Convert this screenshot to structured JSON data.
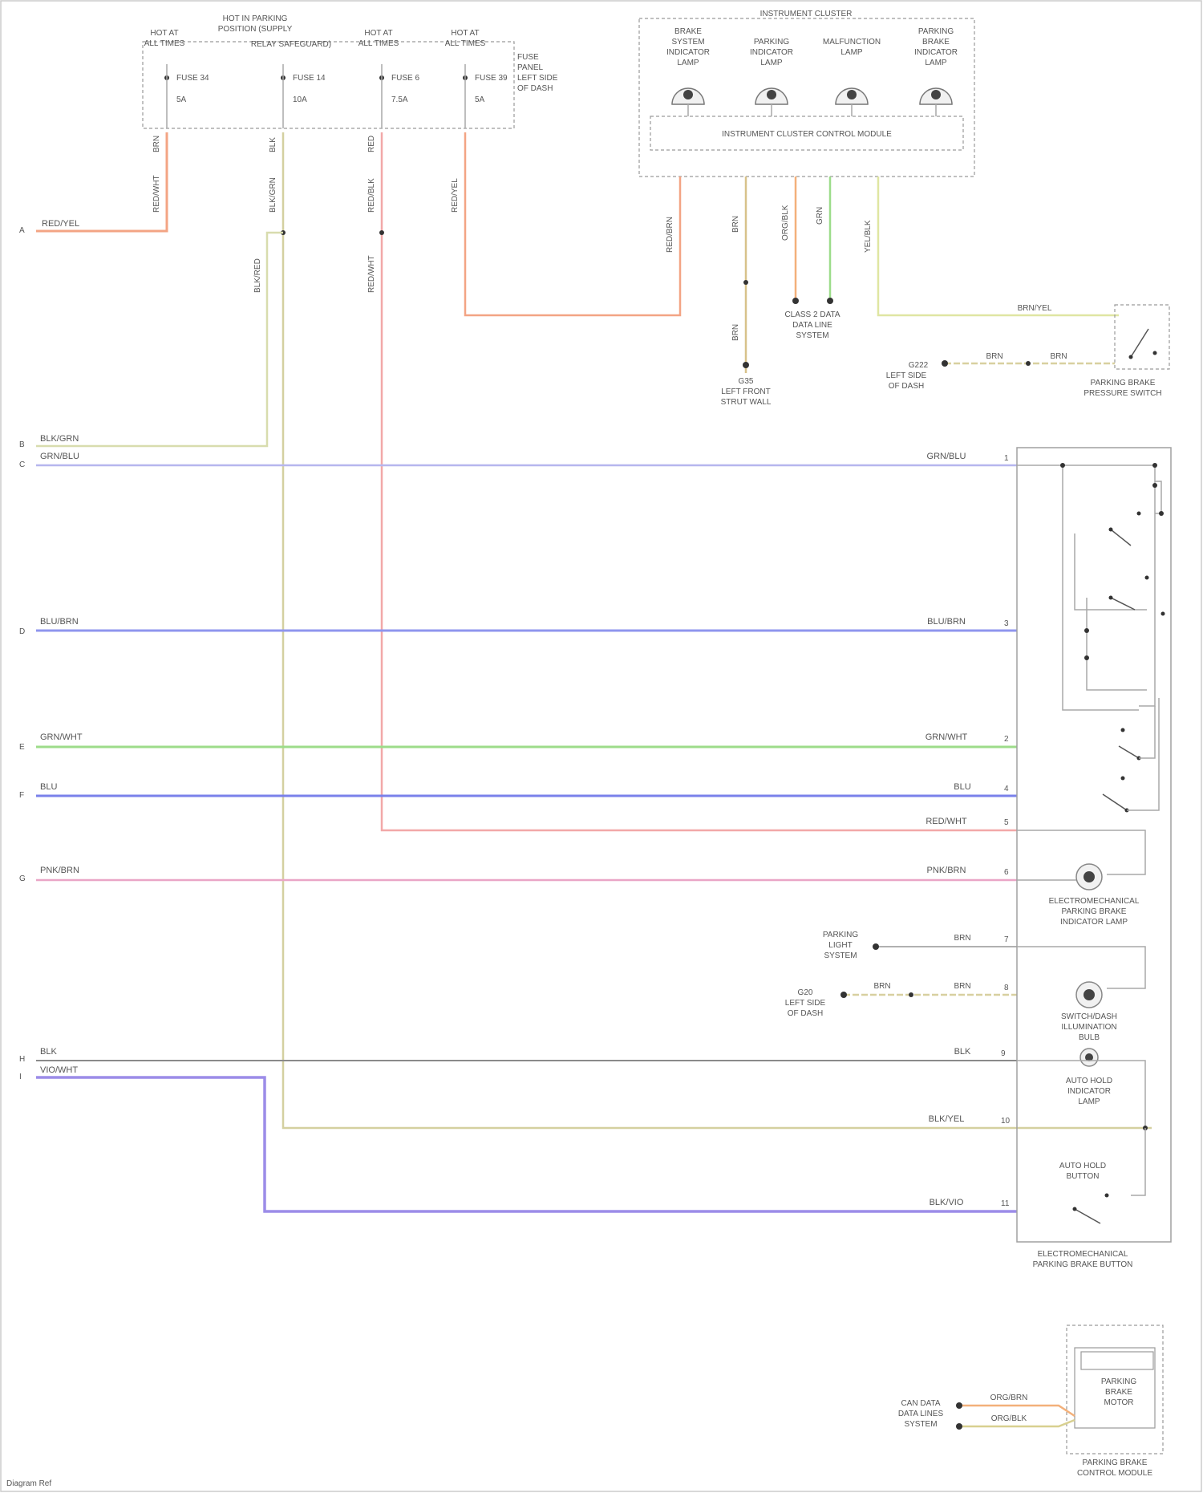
{
  "fuse_box": {
    "title_line1": "HOT IN PARKING",
    "title_line2": "POSITION (SUPPLY",
    "title_line3": "RELAY SAFEGUARD)",
    "right_label_line1": "FUSE",
    "right_label_line2": "PANEL",
    "right_label_line3": "LEFT SIDE",
    "right_label_line4": "OF DASH",
    "columns": [
      {
        "header_line1": "HOT AT",
        "header_line2": "ALL TIMES",
        "fuse": "FUSE 34",
        "amps": "5A"
      },
      {
        "header_line1": "",
        "header_line2": "",
        "fuse": "FUSE 14",
        "amps": "10A"
      },
      {
        "header_line1": "HOT AT",
        "header_line2": "ALL TIMES",
        "fuse": "FUSE 6",
        "amps": "7.5A"
      },
      {
        "header_line1": "HOT AT",
        "header_line2": "ALL TIMES",
        "fuse": "FUSE 39",
        "amps": "5A"
      }
    ]
  },
  "instrument_cluster": {
    "title": "INSTRUMENT CLUSTER",
    "lamps": [
      {
        "line1": "BRAKE",
        "line2": "SYSTEM",
        "line3": "INDICATOR",
        "line4": "LAMP"
      },
      {
        "line1": "PARKING",
        "line2": "INDICATOR",
        "line3": "LAMP",
        "line4": ""
      },
      {
        "line1": "MALFUNCTION",
        "line2": "LAMP",
        "line3": "",
        "line4": ""
      },
      {
        "line1": "PARKING",
        "line2": "BRAKE",
        "line3": "INDICATOR",
        "line4": "LAMP"
      }
    ],
    "module": "INSTRUMENT CLUSTER CONTROL MODULE"
  },
  "wires": {
    "left_red_yel": "RED/YEL",
    "left_blk_grn": "BLK/GRN",
    "left_grn_blu": "GRN/BLU",
    "left_blu_brn": "BLU/BRN",
    "left_grn_wht": "GRN/WHT",
    "left_blu": "BLU",
    "left_pnk_brn": "PNK/BRN",
    "left_blk": "BLK",
    "left_vio_wht": "VIO/WHT",
    "v_red_wht": "RED/WHT",
    "v_blk_grn": "BLK/GRN",
    "v_red_blk": "RED/BLK",
    "v_red_yel": "RED/YEL",
    "v_blk_red": "BLK/RED",
    "top_brn": "BRN",
    "top_red": "RED",
    "top_blk": "BLK",
    "cl_red_brn": "RED/BRN",
    "cl_brn": "BRN",
    "cl_org_blk": "ORG/BLK",
    "cl_grn": "GRN",
    "cl_yel_blk": "YEL/BLK",
    "cl_yel_brn": "BRN/YEL",
    "r_blu_brn": "BLU/BRN",
    "r_grn_wht": "GRN/WHT",
    "r_blu": "BLU",
    "r_red_wht": "RED/WHT",
    "r_pnk_brn": "PNK/BRN",
    "r_brn": "BRN",
    "r_blk": "BLK",
    "r_blk_yel": "BLK/YEL",
    "r_blk_vio": "BLK/VIO",
    "sw_brn1": "BRN",
    "sw_brn2": "BRN",
    "bulb_brn1": "BRN",
    "bulb_brn2": "BRN",
    "can_l": "ORG/BRN",
    "can_h": "ORG/BLK"
  },
  "connectors": [
    "1",
    "3",
    "1",
    "2",
    "3",
    "4",
    "5",
    "6",
    "7",
    "8",
    "9",
    "10",
    "11"
  ],
  "left_letters": [
    "A",
    "B",
    "C",
    "D",
    "E",
    "F",
    "G",
    "H",
    "I"
  ],
  "components": {
    "switch_title_line1": "ELECTROMECHANICAL",
    "switch_title_line2": "PARKING BRAKE BUTTON",
    "lamp1_line1": "ELECTROMECHANICAL",
    "lamp1_line2": "PARKING BRAKE",
    "lamp1_line3": "INDICATOR LAMP",
    "illum_line1": "SWITCH/DASH",
    "illum_line2": "ILLUMINATION",
    "illum_line3": "BULB",
    "auto_line1": "AUTO HOLD",
    "auto_line2": "INDICATOR",
    "auto_line3": "LAMP",
    "autohold_line1": "AUTO HOLD",
    "autohold_line2": "BUTTON",
    "brake_sw_line1": "PARKING BRAKE",
    "brake_sw_line2": "PRESSURE SWITCH",
    "gnd_left_line1": "G35",
    "gnd_left_line2": "LEFT FRONT",
    "gnd_left_line3": "STRUT WALL",
    "can1_line1": "CLASS 2 DATA",
    "can1_line2": "DATA LINE",
    "can1_line3": "SYSTEM",
    "g_right_line1": "G222",
    "g_right_line2": "LEFT SIDE",
    "g_right_line3": "OF DASH",
    "pedal_line1": "PARKING",
    "pedal_line2": "LIGHT",
    "pedal_line3": "SYSTEM",
    "g_lower_line1": "G20",
    "g_lower_line2": "LEFT SIDE",
    "g_lower_line3": "OF DASH",
    "can2_line1": "CAN DATA",
    "can2_line2": "DATA LINES",
    "can2_line3": "SYSTEM",
    "ebm_line1": "PARKING",
    "ebm_line2": "BRAKE",
    "ebm_line3": "MOTOR",
    "ebm_module_line1": "PARKING BRAKE",
    "ebm_module_line2": "CONTROL MODULE"
  },
  "footer": "Diagram Ref"
}
